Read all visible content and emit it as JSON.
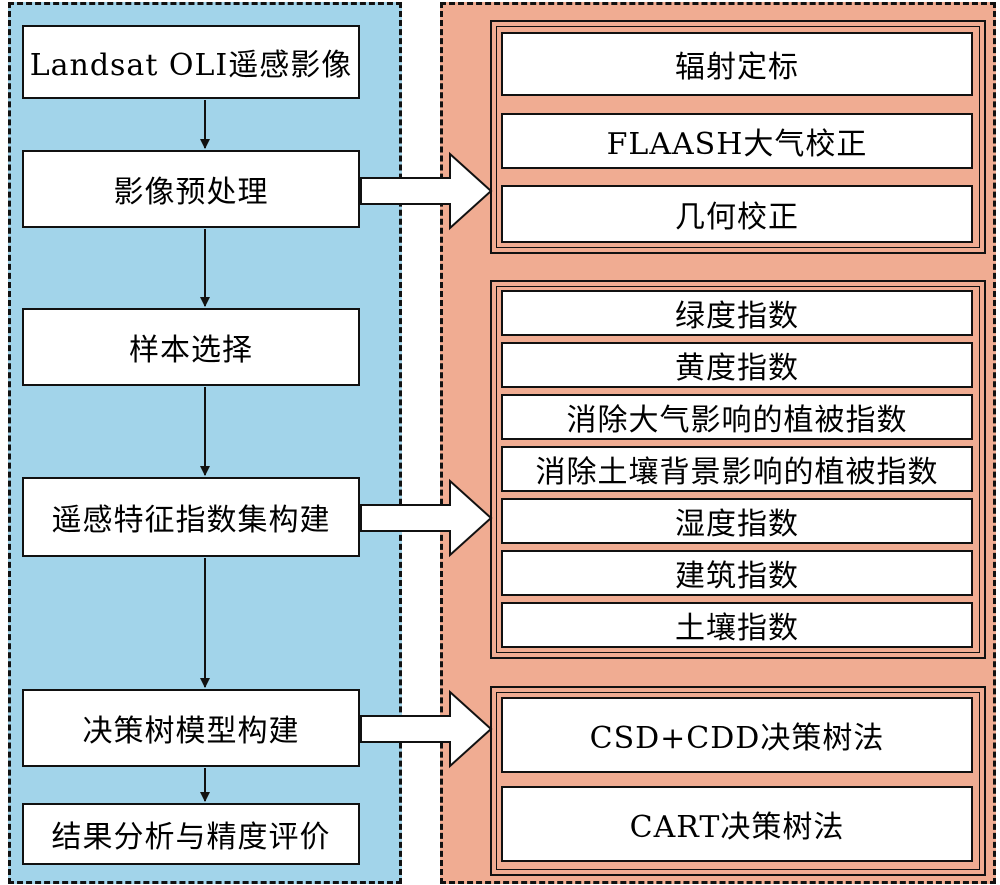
{
  "colors": {
    "left_panel_bg": "#a2d4ea",
    "right_panel_bg": "#f0ac92",
    "box_fill": "#ffffff",
    "line": "#111111"
  },
  "steps": [
    "Landsat OLI遥感影像",
    "影像预处理",
    "样本选择",
    "遥感特征指数集构建",
    "决策树模型构建",
    "结果分析与精度评价"
  ],
  "preprocessing": [
    "辐射定标",
    "FLAASH大气校正",
    "几何校正"
  ],
  "indices": [
    "绿度指数",
    "黄度指数",
    "消除大气影响的植被指数",
    "消除土壤背景影响的植被指数",
    "湿度指数",
    "建筑指数",
    "土壤指数"
  ],
  "methods": [
    "CSD+CDD决策树法",
    "CART决策树法"
  ]
}
